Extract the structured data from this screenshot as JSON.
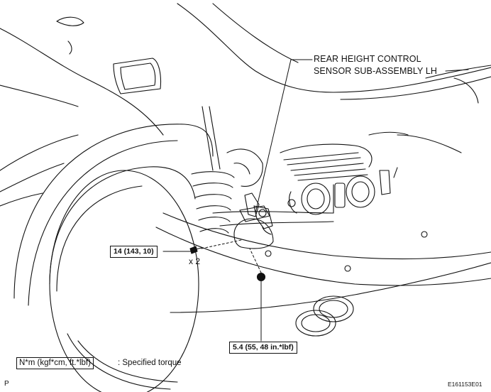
{
  "callout": {
    "line1": "REAR HEIGHT CONTROL",
    "line2": "SENSOR SUB-ASSEMBLY LH"
  },
  "torques": {
    "bolt": "14 (143, 10)",
    "bolt_qty": "x 2",
    "nut": "5.4 (55, 48 in.*lbf)"
  },
  "legend": {
    "unit": "N*m (kgf*cm, ft.*lbf)",
    "text": ": Specified torque"
  },
  "footer": {
    "left_mark": "P",
    "figure_id": "E161153E01"
  }
}
